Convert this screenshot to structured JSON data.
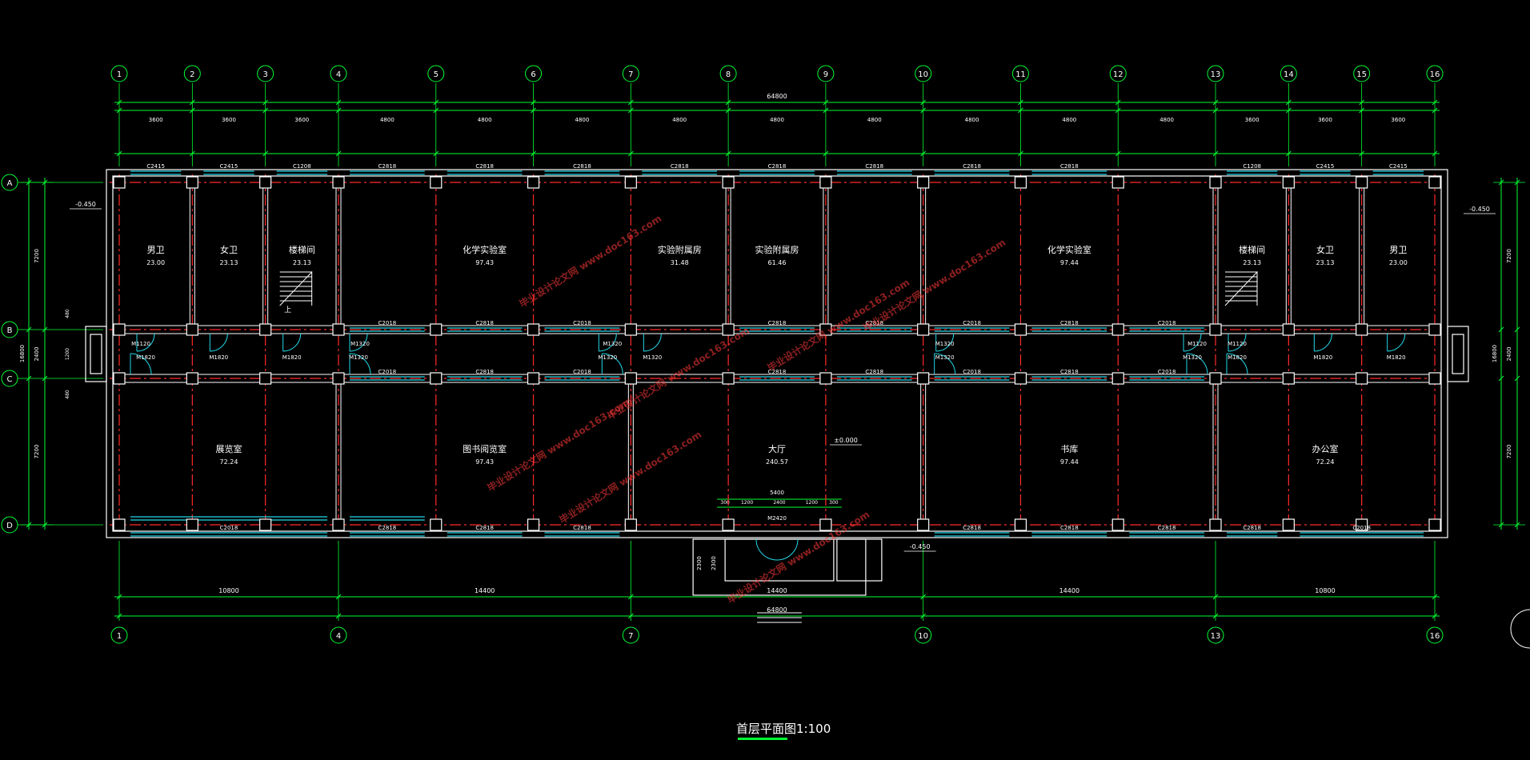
{
  "drawing": {
    "title": "首层平面图",
    "scale": "1:100",
    "colors": {
      "background": "#000000",
      "wall": "#ffffff",
      "column": "#ffffff",
      "axis_line": "#ff2a2a",
      "dimension": "#00ff33",
      "window": "#22d8e8",
      "door": "#22d8e8",
      "label": "#ffffff",
      "watermark": "#ff3a3a"
    },
    "column_axes": [
      "1",
      "2",
      "3",
      "4",
      "5",
      "6",
      "7",
      "8",
      "9",
      "10",
      "11",
      "12",
      "13",
      "14",
      "15",
      "16"
    ],
    "bottom_axes": [
      "1",
      "4",
      "7",
      "10",
      "13",
      "16"
    ],
    "row_axes": [
      "A",
      "B",
      "C",
      "D"
    ],
    "bay_widths": [
      3600,
      3600,
      3600,
      4800,
      4800,
      4800,
      4800,
      4800,
      4800,
      4800,
      4800,
      4800,
      3600,
      3600,
      3600
    ],
    "bay_labels": [
      "3600",
      "3600",
      "3600",
      "4800",
      "4800",
      "4800",
      "4800",
      "4800",
      "4800",
      "4800",
      "4800",
      "4800",
      "3600",
      "3600",
      "3600"
    ],
    "total_length": "64800",
    "bottom_dims": [
      "10800",
      "14400",
      "14400",
      "14400",
      "10800"
    ],
    "left_dims": [
      "7200",
      "2400",
      "7200"
    ],
    "total_depth": "16800",
    "side_small_dims": [
      "480",
      "1200",
      "480"
    ],
    "rooms": [
      {
        "name": "男卫",
        "area": "23.00",
        "col": 1.5,
        "row": "north"
      },
      {
        "name": "女卫",
        "area": "23.13",
        "col": 2.5,
        "row": "north"
      },
      {
        "name": "楼梯间",
        "area": "23.13",
        "col": 3.5,
        "row": "north"
      },
      {
        "name": "化学实验室",
        "area": "97.43",
        "col": 5.5,
        "row": "north"
      },
      {
        "name": "实验附属房",
        "area": "31.48",
        "col": 7.5,
        "row": "north"
      },
      {
        "name": "实验附属房",
        "area": "61.46",
        "col": 8.5,
        "row": "north"
      },
      {
        "name": "化学实验室",
        "area": "97.44",
        "col": 11.5,
        "row": "north"
      },
      {
        "name": "楼梯间",
        "area": "23.13",
        "col": 13.5,
        "row": "north"
      },
      {
        "name": "女卫",
        "area": "23.13",
        "col": 14.5,
        "row": "north"
      },
      {
        "name": "男卫",
        "area": "23.00",
        "col": 15.5,
        "row": "north"
      },
      {
        "name": "展览室",
        "area": "72.24",
        "col": 2.5,
        "row": "south"
      },
      {
        "name": "图书阅览室",
        "area": "97.43",
        "col": 5.5,
        "row": "south"
      },
      {
        "name": "大厅",
        "area": "240.57",
        "col": 8.5,
        "row": "south"
      },
      {
        "name": "书库",
        "area": "97.44",
        "col": 11.5,
        "row": "south"
      },
      {
        "name": "办公室",
        "area": "72.24",
        "col": 14.5,
        "row": "south"
      }
    ],
    "north_windows": [
      "C2415",
      "C2415",
      "C1208",
      "C2818",
      "C2818",
      "C2818",
      "C2818",
      "C2818",
      "C2818",
      "C2818",
      "C2818",
      "C1208",
      "C2415",
      "C2415"
    ],
    "south_windows": [
      "C2018",
      "C2818",
      "C2818",
      "C2818",
      "C2818",
      "C2818",
      "C2818",
      "C2818",
      "C2018"
    ],
    "corridor_windows": [
      "C2018",
      "C2818",
      "C2018",
      "C2818",
      "C2818",
      "C2018",
      "C2818",
      "C2018"
    ],
    "doors_b": [
      "M1820",
      "M1820",
      "M1820",
      "M1320",
      "M1320",
      "M1320",
      "M1320",
      "M1320",
      "M1820",
      "M1820",
      "M1820"
    ],
    "doors_c": [
      "M1120",
      "M1320",
      "M1320",
      "M1320",
      "M1120",
      "M1120"
    ],
    "entrance_door": "M2420",
    "elevations": [
      "-0.450",
      "±0.000",
      "-0.450",
      "-0.450"
    ],
    "entrance_dims": [
      "5400",
      "300",
      "1200",
      "2400",
      "1200",
      "300"
    ],
    "entrance_depth": [
      "2300",
      "2300"
    ],
    "stair_up_label": "上",
    "watermark_text": "毕业设计论文网 www.doc163.com"
  }
}
